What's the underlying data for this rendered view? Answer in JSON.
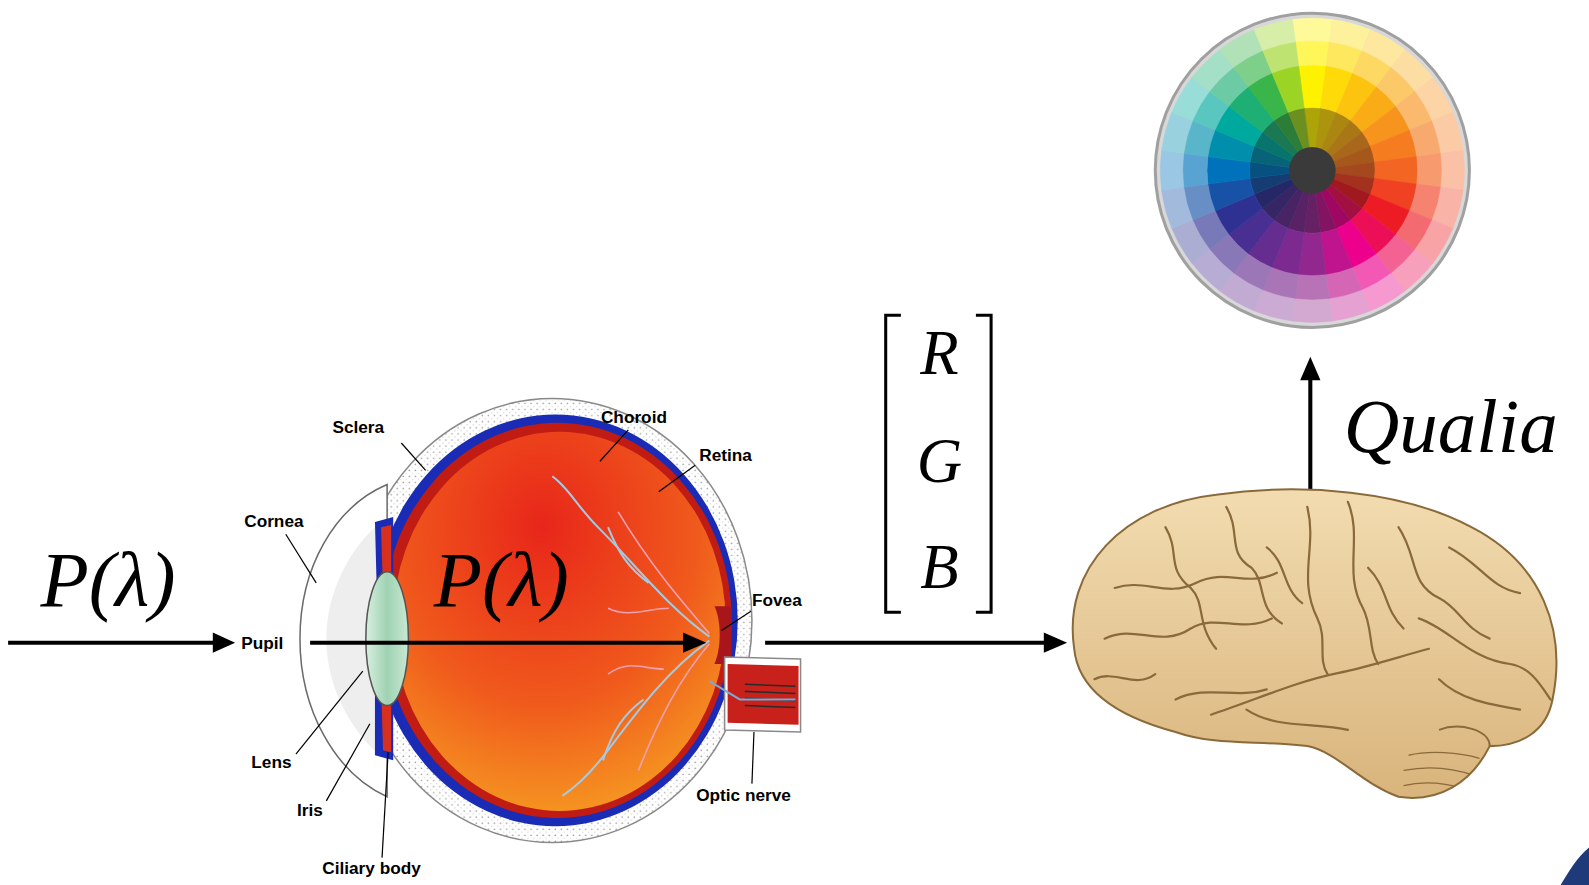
{
  "diagram": {
    "labels": [
      "P(λ)",
      "P(λ)",
      "R",
      "G",
      "B",
      "Qualia",
      "Sclera",
      "Choroid",
      "Retina",
      "Cornea",
      "Pupil",
      "Fovea",
      "Lens",
      "Iris",
      "Optic nerve",
      "Ciliary body"
    ]
  }
}
